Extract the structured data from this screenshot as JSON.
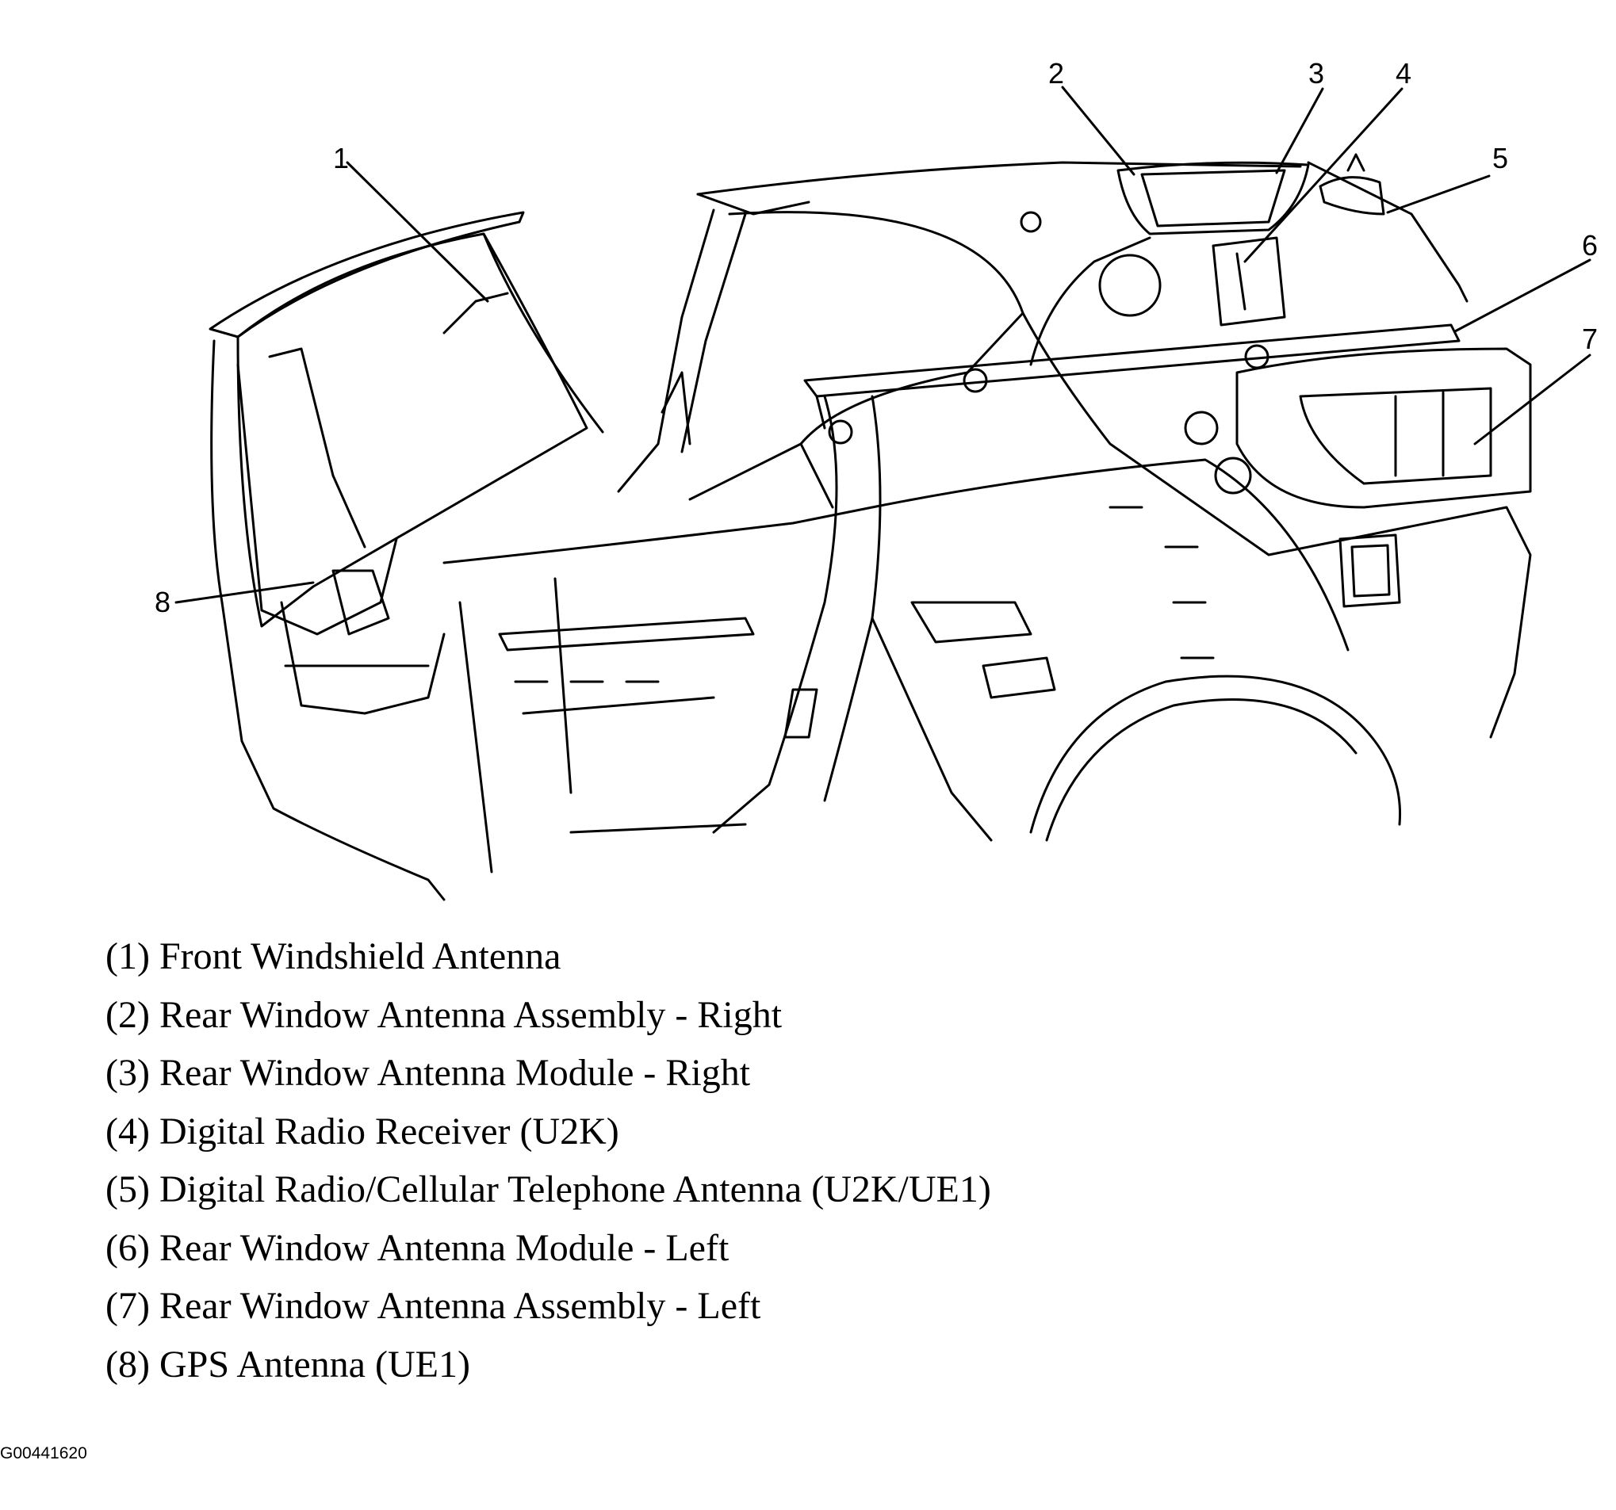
{
  "callouts": [
    "1",
    "2",
    "3",
    "4",
    "5",
    "6",
    "7",
    "8"
  ],
  "legend": [
    "(1) Front Windshield Antenna",
    "(2) Rear Window Antenna Assembly - Right",
    "(3) Rear Window Antenna Module - Right",
    "(4) Digital Radio Receiver (U2K)",
    "(5) Digital Radio/Cellular Telephone Antenna (U2K/UE1)",
    "(6) Rear Window Antenna Module - Left",
    "(7) Rear Window Antenna Assembly - Left",
    "(8) GPS Antenna (UE1)"
  ],
  "figure_id": "G00441620"
}
